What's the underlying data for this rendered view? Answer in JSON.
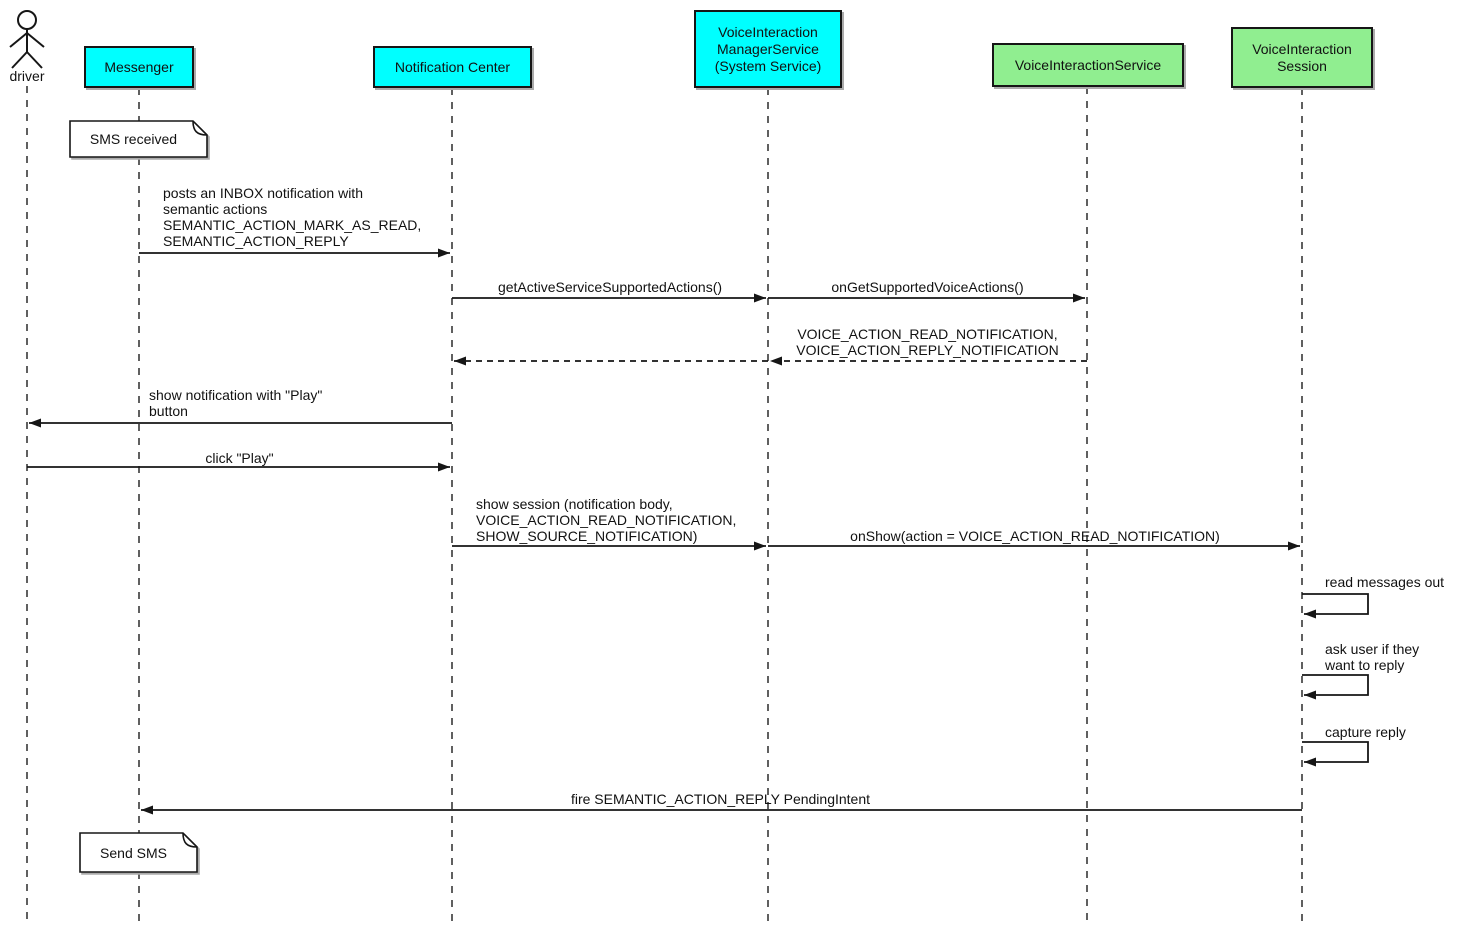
{
  "diagram_type": "uml-sequence-diagram",
  "participants": [
    {
      "id": "driver",
      "kind": "actor",
      "label": "driver"
    },
    {
      "id": "messenger",
      "kind": "system",
      "label": "Messenger"
    },
    {
      "id": "notification-center",
      "kind": "system",
      "label": "Notification Center"
    },
    {
      "id": "voice-interaction-manager-service",
      "kind": "system",
      "label": "VoiceInteraction\nManagerService\n(System Service)"
    },
    {
      "id": "voice-interaction-service",
      "kind": "voice",
      "label": "VoiceInteractionService"
    },
    {
      "id": "voice-interaction-session",
      "kind": "voice",
      "label": "VoiceInteraction\nSession"
    }
  ],
  "notes": [
    {
      "text": "SMS received"
    },
    {
      "text": "Send SMS"
    }
  ],
  "messages": [
    {
      "from": "messenger",
      "to": "notification-center",
      "style": "solid",
      "text": "posts an INBOX notification with\nsemantic actions\nSEMANTIC_ACTION_MARK_AS_READ,\nSEMANTIC_ACTION_REPLY"
    },
    {
      "from": "notification-center",
      "to": "voice-interaction-manager-service",
      "style": "solid",
      "text": "getActiveServiceSupportedActions()"
    },
    {
      "from": "voice-interaction-manager-service",
      "to": "voice-interaction-service",
      "style": "solid",
      "text": "onGetSupportedVoiceActions()"
    },
    {
      "from": "voice-interaction-service",
      "to": "notification-center",
      "style": "dashed-return",
      "text": "VOICE_ACTION_READ_NOTIFICATION,\nVOICE_ACTION_REPLY_NOTIFICATION"
    },
    {
      "from": "notification-center",
      "to": "driver",
      "style": "solid",
      "text": "show notification with \"Play\"\nbutton"
    },
    {
      "from": "driver",
      "to": "notification-center",
      "style": "solid",
      "text": "click \"Play\""
    },
    {
      "from": "notification-center",
      "to": "voice-interaction-manager-service",
      "style": "solid",
      "text": "show session (notification body,\nVOICE_ACTION_READ_NOTIFICATION,\nSHOW_SOURCE_NOTIFICATION)"
    },
    {
      "from": "voice-interaction-manager-service",
      "to": "voice-interaction-session",
      "style": "solid",
      "text": "onShow(action = VOICE_ACTION_READ_NOTIFICATION)"
    },
    {
      "from": "voice-interaction-session",
      "to": "voice-interaction-session",
      "style": "self",
      "text": "read messages out"
    },
    {
      "from": "voice-interaction-session",
      "to": "voice-interaction-session",
      "style": "self",
      "text": "ask user if they\nwant to reply"
    },
    {
      "from": "voice-interaction-session",
      "to": "voice-interaction-session",
      "style": "self",
      "text": "capture reply"
    },
    {
      "from": "voice-interaction-session",
      "to": "messenger",
      "style": "solid",
      "text": "fire SEMANTIC_ACTION_REPLY PendingIntent"
    }
  ],
  "colors": {
    "system_component": "#00ffff",
    "voice_component": "#90ee90",
    "note_background": "#ffffff",
    "line": "#161616"
  }
}
